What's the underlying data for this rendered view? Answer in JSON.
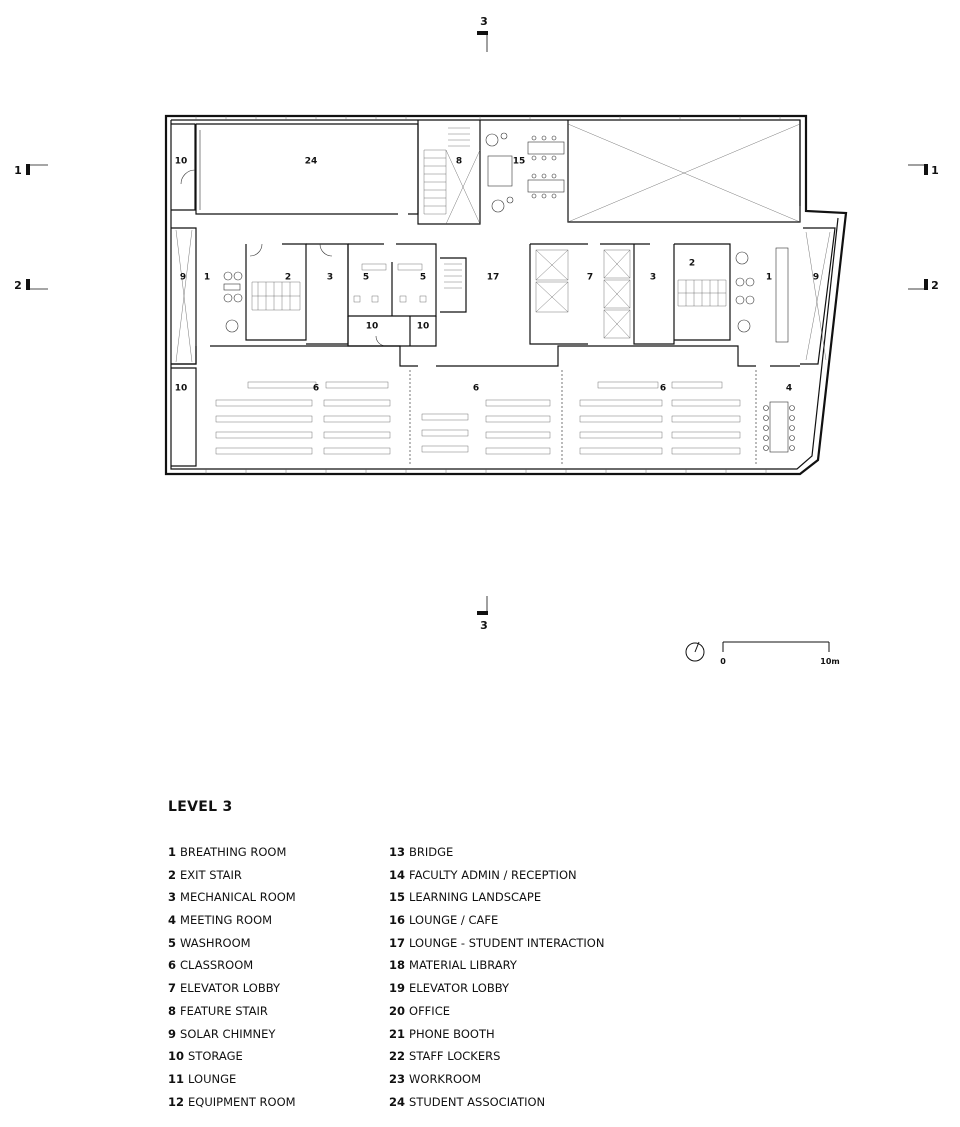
{
  "section_markers": {
    "top": "3",
    "bottom": "3",
    "left_1": "1",
    "left_2": "2",
    "right_1": "1",
    "right_2": "2"
  },
  "scale_bar": {
    "start": "0",
    "end": "10m"
  },
  "room_tags": [
    {
      "id": "r24",
      "label": "24"
    },
    {
      "id": "r10a",
      "label": "10"
    },
    {
      "id": "r8",
      "label": "8"
    },
    {
      "id": "r15",
      "label": "15"
    },
    {
      "id": "r9l",
      "label": "9"
    },
    {
      "id": "r1l",
      "label": "1"
    },
    {
      "id": "r2l",
      "label": "2"
    },
    {
      "id": "r3l",
      "label": "3"
    },
    {
      "id": "r5a",
      "label": "5"
    },
    {
      "id": "r5b",
      "label": "5"
    },
    {
      "id": "r10b",
      "label": "10"
    },
    {
      "id": "r10c",
      "label": "10"
    },
    {
      "id": "r17",
      "label": "17"
    },
    {
      "id": "r7",
      "label": "7"
    },
    {
      "id": "r3r",
      "label": "3"
    },
    {
      "id": "r2r",
      "label": "2"
    },
    {
      "id": "r1r",
      "label": "1"
    },
    {
      "id": "r9r",
      "label": "9"
    },
    {
      "id": "r10d",
      "label": "10"
    },
    {
      "id": "r6a",
      "label": "6"
    },
    {
      "id": "r6b",
      "label": "6"
    },
    {
      "id": "r6c",
      "label": "6"
    },
    {
      "id": "r4",
      "label": "4"
    }
  ],
  "legend": {
    "title": "LEVEL 3",
    "column_1": [
      {
        "num": "1",
        "name": "BREATHING ROOM"
      },
      {
        "num": "2",
        "name": "EXIT STAIR"
      },
      {
        "num": "3",
        "name": "MECHANICAL ROOM"
      },
      {
        "num": "4",
        "name": "MEETING ROOM"
      },
      {
        "num": "5",
        "name": "WASHROOM"
      },
      {
        "num": "6",
        "name": "CLASSROOM"
      },
      {
        "num": "7",
        "name": "ELEVATOR LOBBY"
      },
      {
        "num": "8",
        "name": "FEATURE STAIR"
      },
      {
        "num": "9",
        "name": "SOLAR CHIMNEY"
      },
      {
        "num": "10",
        "name": "STORAGE"
      },
      {
        "num": "11",
        "name": "LOUNGE"
      },
      {
        "num": "12",
        "name": "EQUIPMENT ROOM"
      }
    ],
    "column_2": [
      {
        "num": "13",
        "name": "BRIDGE"
      },
      {
        "num": "14",
        "name": "FACULTY ADMIN / RECEPTION"
      },
      {
        "num": "15",
        "name": "LEARNING LANDSCAPE"
      },
      {
        "num": "16",
        "name": "LOUNGE / CAFE"
      },
      {
        "num": "17",
        "name": "LOUNGE - STUDENT INTERACTION"
      },
      {
        "num": "18",
        "name": "MATERIAL LIBRARY"
      },
      {
        "num": "19",
        "name": "ELEVATOR LOBBY"
      },
      {
        "num": "20",
        "name": "OFFICE"
      },
      {
        "num": "21",
        "name": "PHONE BOOTH"
      },
      {
        "num": "22",
        "name": "STAFF LOCKERS"
      },
      {
        "num": "23",
        "name": "WORKROOM"
      },
      {
        "num": "24",
        "name": "STUDENT ASSOCIATION"
      }
    ]
  },
  "icons": {
    "north_arrow": "north-arrow-icon"
  }
}
